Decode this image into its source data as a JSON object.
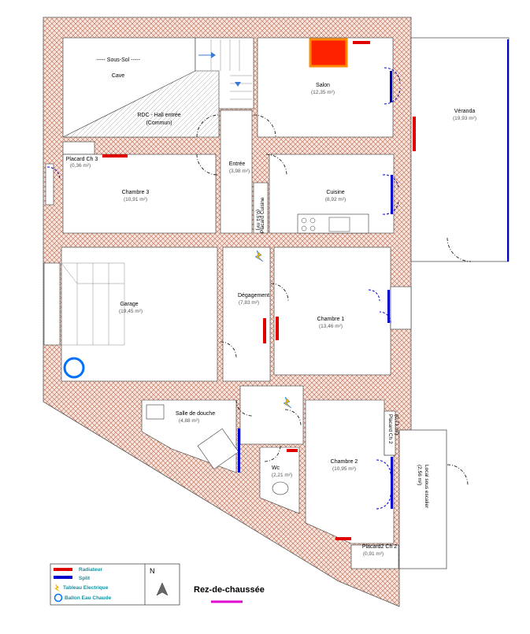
{
  "plan": {
    "title": "Rez-de-chaussée",
    "north": "N",
    "colors": {
      "hatch": "#c26a50",
      "wall_fill": "#f7e6de",
      "radiator": "#e00000",
      "split": "#0000cc",
      "electric": "#f0b000",
      "boiler": "#0070ff",
      "title_underline": "#e000d0",
      "fireplace": "#ff2200"
    },
    "rooms": {
      "sous_sol_label": "----- Sous-Sol -----",
      "cave": "Cave",
      "rdc_hall_line1": "RDC - Hall entrée",
      "rdc_hall_line2": "(Commun)",
      "salon": {
        "name": "Salon",
        "area": "(12,35 m²)"
      },
      "veranda": {
        "name": "Véranda",
        "area": "(19,93 m²)"
      },
      "placard_ch3": {
        "name": "Placard Ch 3",
        "area": "(0,36 m²)"
      },
      "chambre3": {
        "name": "Chambre 3",
        "area": "(10,91 m²)"
      },
      "entree": {
        "name": "Entrée",
        "area": "(3,98 m²)"
      },
      "placard_cuisine": {
        "name": "Placard Cuisine",
        "area": "(0,51 m²)"
      },
      "cuisine": {
        "name": "Cuisine",
        "area": "(8,92 m²)"
      },
      "garage": {
        "name": "Garage",
        "area": "(19,45 m²)"
      },
      "degagement": {
        "name": "Dégagement",
        "area": "(7,83 m²)"
      },
      "chambre1": {
        "name": "Chambre 1",
        "area": "(13,46 m²)"
      },
      "salle_douche": {
        "name": "Salle de douche",
        "area": "(4,88 m²)"
      },
      "placard_ch2": {
        "name": "Placard Ch 2",
        "area": "(0,71 m²)"
      },
      "wc": {
        "name": "Wc",
        "area": "(2,21 m²)"
      },
      "chambre2": {
        "name": "Chambre 2",
        "area": "(10,95 m²)"
      },
      "local_escalier": {
        "name": "Local sous escalier",
        "area": "(2,56 m²)"
      },
      "placard2_ch2": {
        "name": "Placard2 Ch 2",
        "area": "(0,91 m²)"
      }
    },
    "legend": {
      "radiateur": "Radiateur",
      "split": "Split",
      "tableau": "Tableau Electrique",
      "ballon": "Ballon Eau Chaude"
    }
  }
}
